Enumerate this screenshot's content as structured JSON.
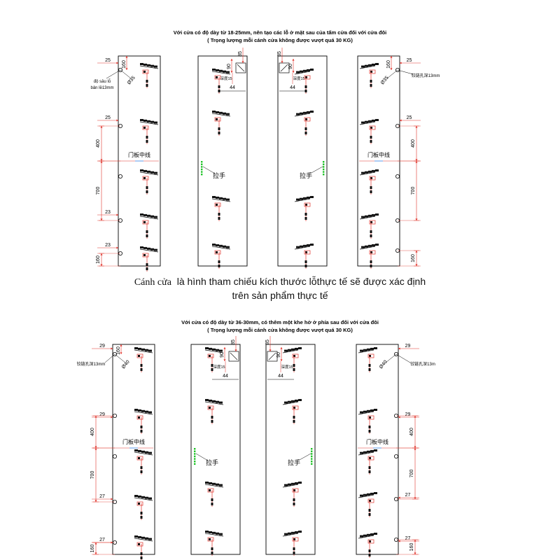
{
  "sections": [
    {
      "id": "top",
      "title_line1": "Với cửa có độ dày từ 18-25mm, nên tạo các lỗ ở mặt sau của tấm cửa đối với cửa đôi",
      "title_line2": "( Trọng lượng mỗi cánh cửa không được vượt quá 30 KG)",
      "left_panel": {
        "dims": [
          "25",
          "160",
          "25",
          "400",
          "700",
          "23",
          "23",
          "160"
        ],
        "diameter": "Ø35",
        "depth_note_1": "độ sâu lỗ",
        "depth_note_2": "bản lề13mm",
        "center_line": "门板中线"
      },
      "right_panel": {
        "dims": [
          "25",
          "160",
          "25",
          "400",
          "700",
          "160"
        ],
        "diameter": "Ø35",
        "depth_note": "铰链孔深13mm",
        "center_line": "门板中线"
      },
      "inner_left": {
        "dims": [
          "85",
          "90"
        ],
        "depth": "深度15",
        "width": "44",
        "handle": "拉手"
      },
      "inner_right": {
        "dims": [
          "85",
          "90"
        ],
        "depth": "深度15",
        "width": "44",
        "handle": "拉手"
      }
    },
    {
      "id": "bottom",
      "title_line1": "Với cửa có độ dày từ 36-30mm, có thêm một khe hở ở phía sau đối với cửa đôi",
      "title_line2": "( Trọng lượng mỗi cánh cửa không được vượt quá 30 KG)",
      "left_panel": {
        "dims": [
          "160",
          "29",
          "29",
          "400",
          "700",
          "27",
          "27",
          "160"
        ],
        "diameter": "Ø40",
        "depth_note": "铰链孔深13mm",
        "center_line": "门板中线"
      },
      "right_panel": {
        "dims": [
          "29",
          "29",
          "400",
          "700",
          "27",
          "27",
          "160"
        ],
        "diameter": "Ø40",
        "depth_note": "铰链孔深13m",
        "center_line": "门板中线"
      },
      "inner_left": {
        "dims": [
          "85",
          "90"
        ],
        "depth": "深度15",
        "width": "44",
        "handle": "拉手"
      },
      "inner_right": {
        "dims": [
          "85",
          "90"
        ],
        "depth": "深度15",
        "width": "44",
        "handle": "拉手"
      }
    }
  ],
  "note": {
    "lead": "Cánh cửa",
    "line1": "là hình tham chiếu kích thước lỗthực tế sẽ được xác định",
    "line2": "trên sản phẩm thực tế"
  },
  "colors": {
    "dimension_line": "#e0322a",
    "outline": "#000000",
    "handle_mark": "#22c42a"
  }
}
